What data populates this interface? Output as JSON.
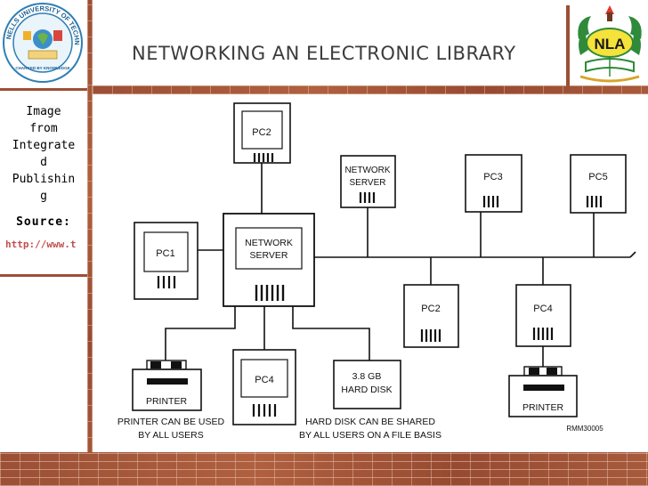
{
  "slide": {
    "title": "NETWORKING AN ELECTRONIC LIBRARY",
    "side_lines": [
      "Image",
      "from",
      "Integrate",
      "d",
      "Publishin",
      "g"
    ],
    "source_label": "Source:",
    "source_url": "http://www.t"
  },
  "logos": {
    "left": {
      "outer_text": "NELLS UNIVERSITY OF TECHNOLOGY",
      "motto": "CHARGED BY KNOWLEDGE"
    },
    "right": {
      "text": "NLA"
    }
  },
  "diagram": {
    "nodes": {
      "pc2_top": "PC2",
      "pc1": "PC1",
      "server_main": [
        "NETWORK",
        "SERVER"
      ],
      "server_top": [
        "NETWORK",
        "SERVER"
      ],
      "pc3": "PC3",
      "pc5": "PC5",
      "pc2_mid": "PC2",
      "pc4_right": "PC4",
      "pc4_bottom": "PC4",
      "hard_disk": [
        "3.8 GB",
        "HARD DISK"
      ],
      "printer_left": "PRINTER",
      "printer_right": "PRINTER"
    },
    "captions": {
      "printer": [
        "PRINTER CAN BE USED",
        "BY ALL USERS"
      ],
      "disk": [
        "HARD DISK CAN BE SHARED",
        "BY ALL USERS ON A FILE BASIS"
      ]
    },
    "reference": "RMM30005"
  },
  "colors": {
    "brick": "#a3553a",
    "title": "#3c3c3c",
    "url": "#c0504d"
  }
}
